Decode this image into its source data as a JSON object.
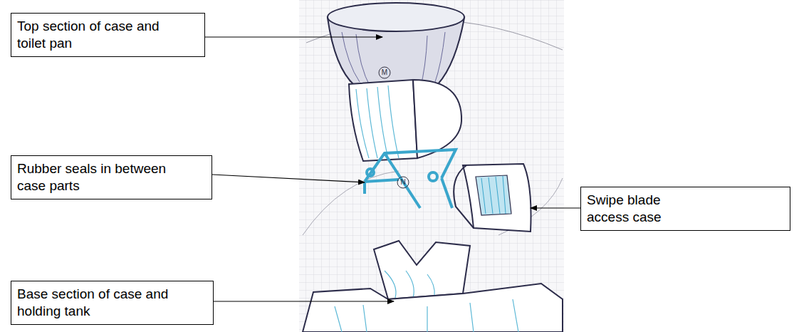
{
  "diagram": {
    "nodes": [
      {
        "text": [
          "Top section of case and toilet pan"
        ]
      },
      {
        "text": [
          "Rubber seals in between case parts"
        ]
      },
      {
        "text": [
          "Swipe blade access case"
        ]
      },
      {
        "text": [
          "Base section of case and holding tank"
        ]
      }
    ],
    "labels": [
      "M",
      "N"
    ]
  }
}
